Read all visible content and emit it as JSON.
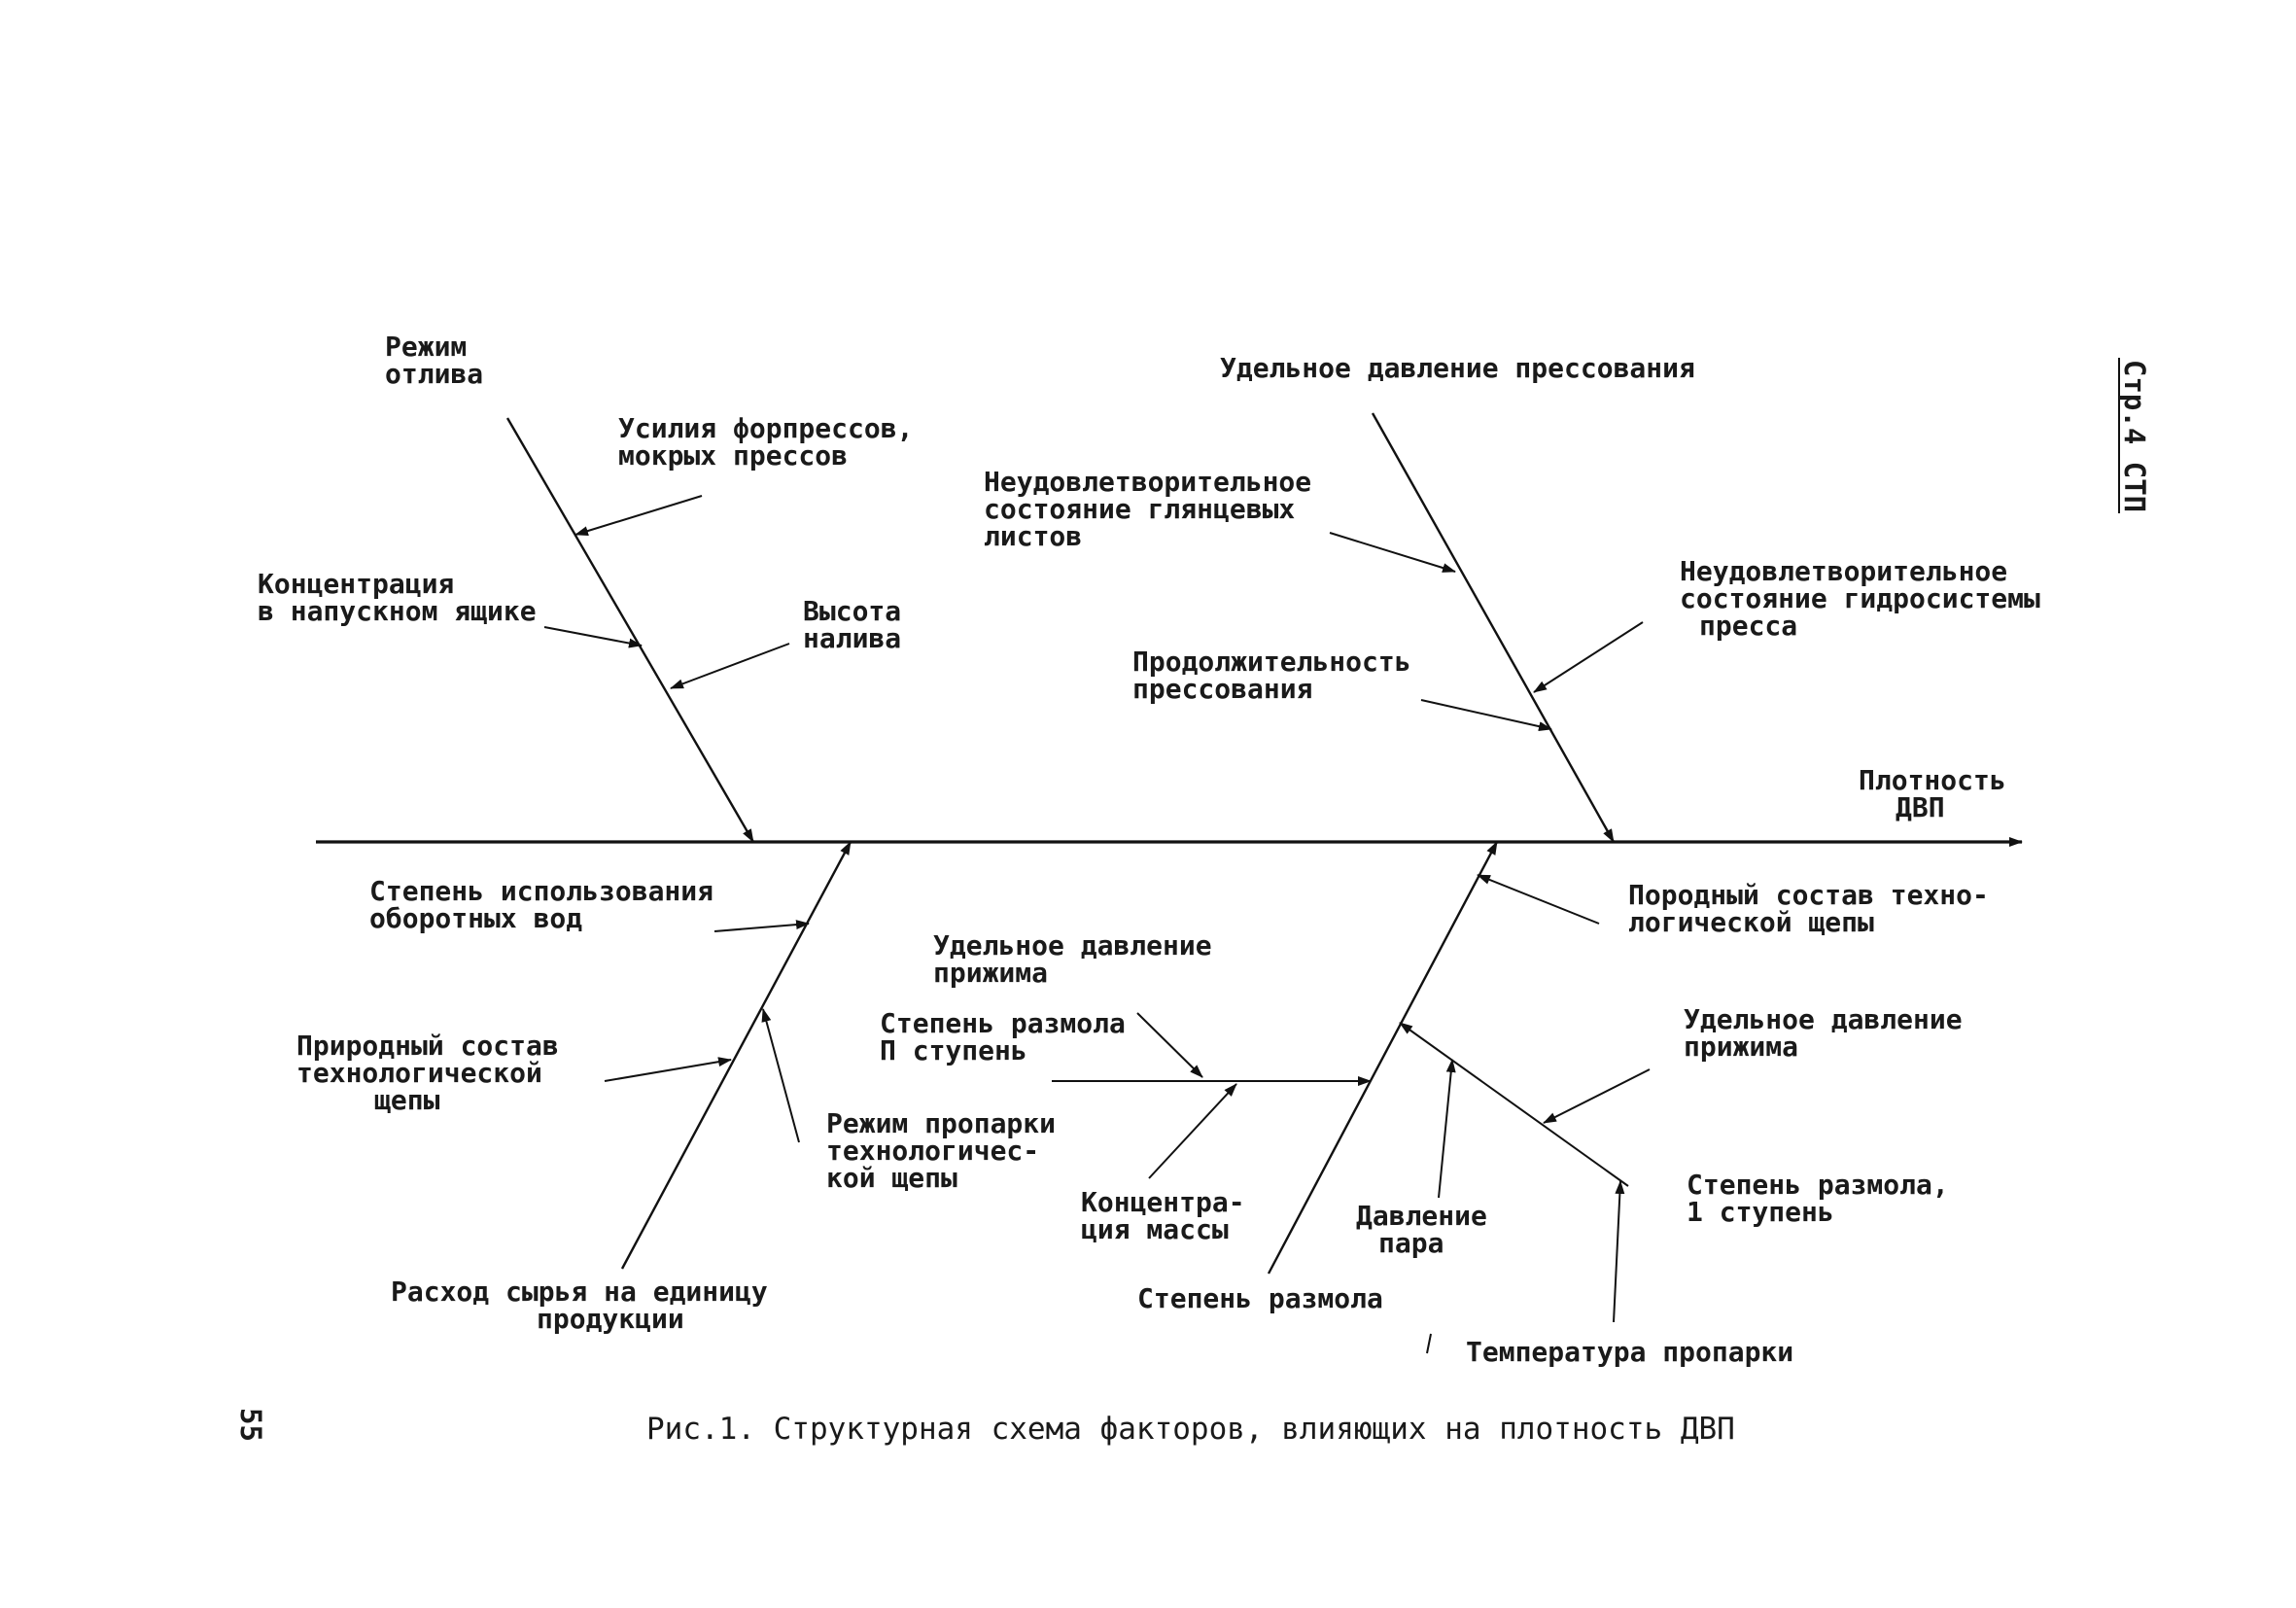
{
  "effect": [
    "Плотность",
    "ДВП"
  ],
  "side_label": "Стр.4 СТП",
  "page_number": "55",
  "caption": "Рис.1. Структурная схема факторов, влияющих на плотность ДВП",
  "labels": {
    "rezhim_otliva": [
      "Режим",
      "отлива"
    ],
    "usiliya": [
      "Усилия форпрессов,",
      "мокрых прессов"
    ],
    "koncentraciya_yashchik": [
      "Концентрация",
      "в напускном ящике"
    ],
    "vysota_naliva": [
      "Высота",
      "налива"
    ],
    "ud_davlenie_pressovaniya": [
      "Удельное давление прессования"
    ],
    "glyancevye_listy": [
      "Неудовлетворительное",
      "состояние глянцевых",
      "листов"
    ],
    "gidrosistema": [
      "Неудовлетворительное",
      "состояние гидросистемы",
      "пресса"
    ],
    "prodolzhitelnost": [
      "Продолжительность",
      "прессования"
    ],
    "oborotnye_vody": [
      "Степень использования",
      "оборотных вод"
    ],
    "prirodnyi_sostav": [
      "Природный состав",
      "технологической",
      "щепы"
    ],
    "rezhim_proparki": [
      "Режим пропарки",
      "технологичес-",
      "кой щепы"
    ],
    "raskhod_syrya": [
      "Расход сырья на единицу",
      "продукции"
    ],
    "ud_davlenie_prizhima_1": [
      "Удельное давление",
      "прижима"
    ],
    "razmol_2": [
      "Степень размола",
      "П ступень"
    ],
    "koncentraciya_massy": [
      "Концентра-",
      "ция массы"
    ],
    "davlenie_para": [
      "Давление",
      "пара"
    ],
    "stepen_razmola": [
      "Степень размола"
    ],
    "porodnyi_sostav": [
      "Породный состав техно-",
      "логической щепы"
    ],
    "ud_davlenie_prizhima_2": [
      "Удельное давление",
      "прижима"
    ],
    "razmol_1": [
      "Степень размола,",
      "1 ступень"
    ],
    "temperatura": [
      "Температура пропарки"
    ]
  },
  "colors": {
    "ink": "#111111",
    "paper": "#ffffff"
  }
}
